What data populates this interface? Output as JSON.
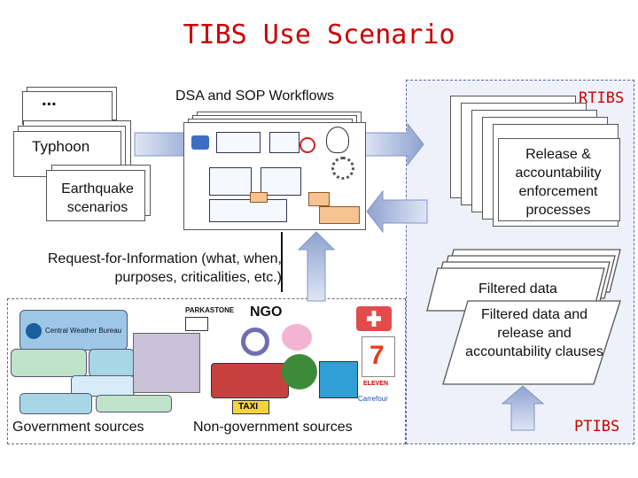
{
  "title": "TIBS Use Scenario",
  "scenarios": {
    "ellipsis": "...",
    "typhoon": "Typhoon",
    "earthquake": "Earthquake scenarios"
  },
  "workflows": {
    "label": "DSA and SOP Workflows"
  },
  "rtibs": {
    "label": "RTIBS",
    "process": "Release & accountability enforcement processes"
  },
  "request": {
    "label": "Request-for-Information (what, when, purposes, criticalities, etc.)"
  },
  "filtered": {
    "line1": "Filtered data",
    "line2": "Filtered data and release and accountability clauses"
  },
  "sources": {
    "government": "Government sources",
    "non_government": "Non-government sources"
  },
  "ptibs": {
    "label": "PTIBS"
  },
  "logos": {
    "cwb": "Central Weather Bureau",
    "ngo": "NGO",
    "parkstone": "PARKASTONE",
    "taxi": "TAXI",
    "eleven": "ELEVEN",
    "carrefour": "Carrefour",
    "seven": "7"
  },
  "colors": {
    "title": "#cc0000",
    "arrow": "#7f94c8",
    "panel": "#eef1f9"
  }
}
